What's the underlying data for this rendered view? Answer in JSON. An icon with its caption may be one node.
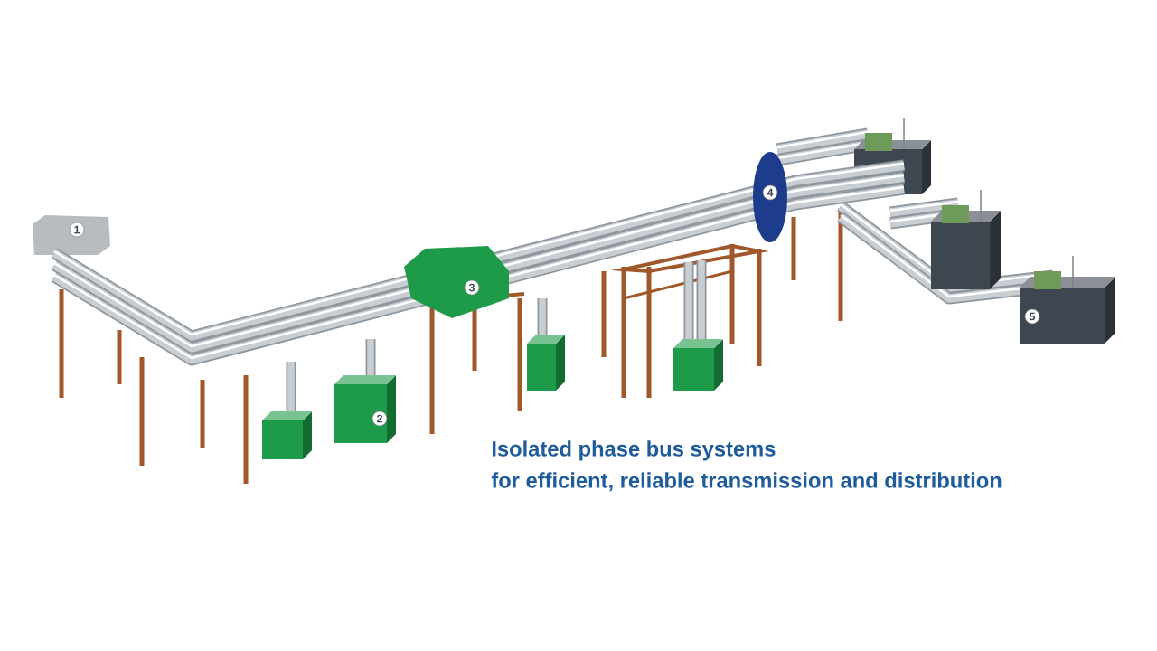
{
  "diagram": {
    "title": "Isolated phase bus systems",
    "caption": "for efficient, reliable transmission and distribution",
    "labels": [
      "1",
      "2",
      "3",
      "4",
      "5"
    ]
  }
}
